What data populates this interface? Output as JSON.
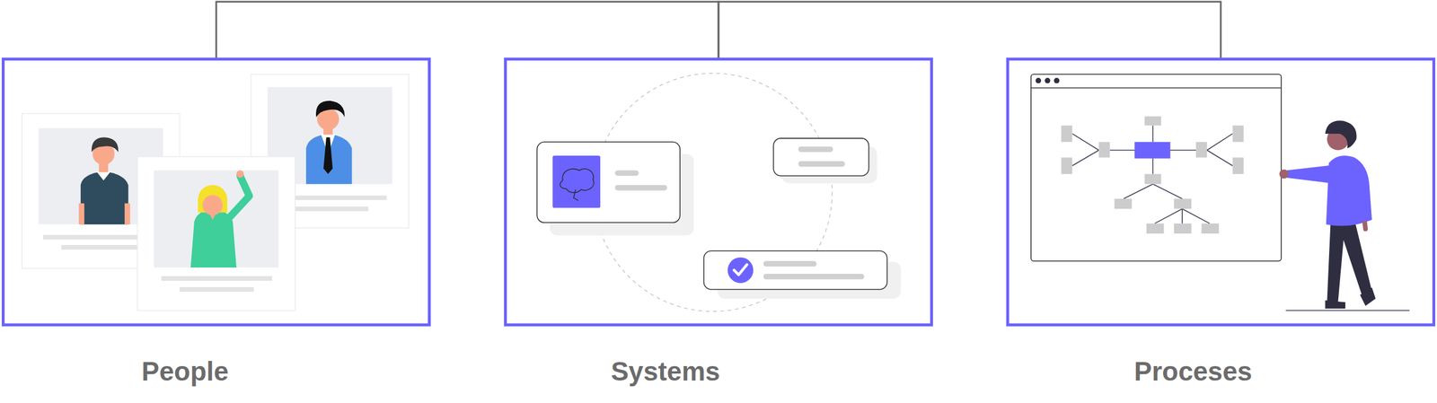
{
  "diagram": {
    "nodes": [
      {
        "text": [
          "People"
        ]
      },
      {
        "text": [
          "Systems"
        ]
      },
      {
        "text": [
          "Proceses"
        ]
      }
    ],
    "edges": [
      {
        "from": 0,
        "to": 1,
        "arrow": "none"
      },
      {
        "from": 1,
        "to": 2,
        "arrow": "none"
      }
    ]
  }
}
